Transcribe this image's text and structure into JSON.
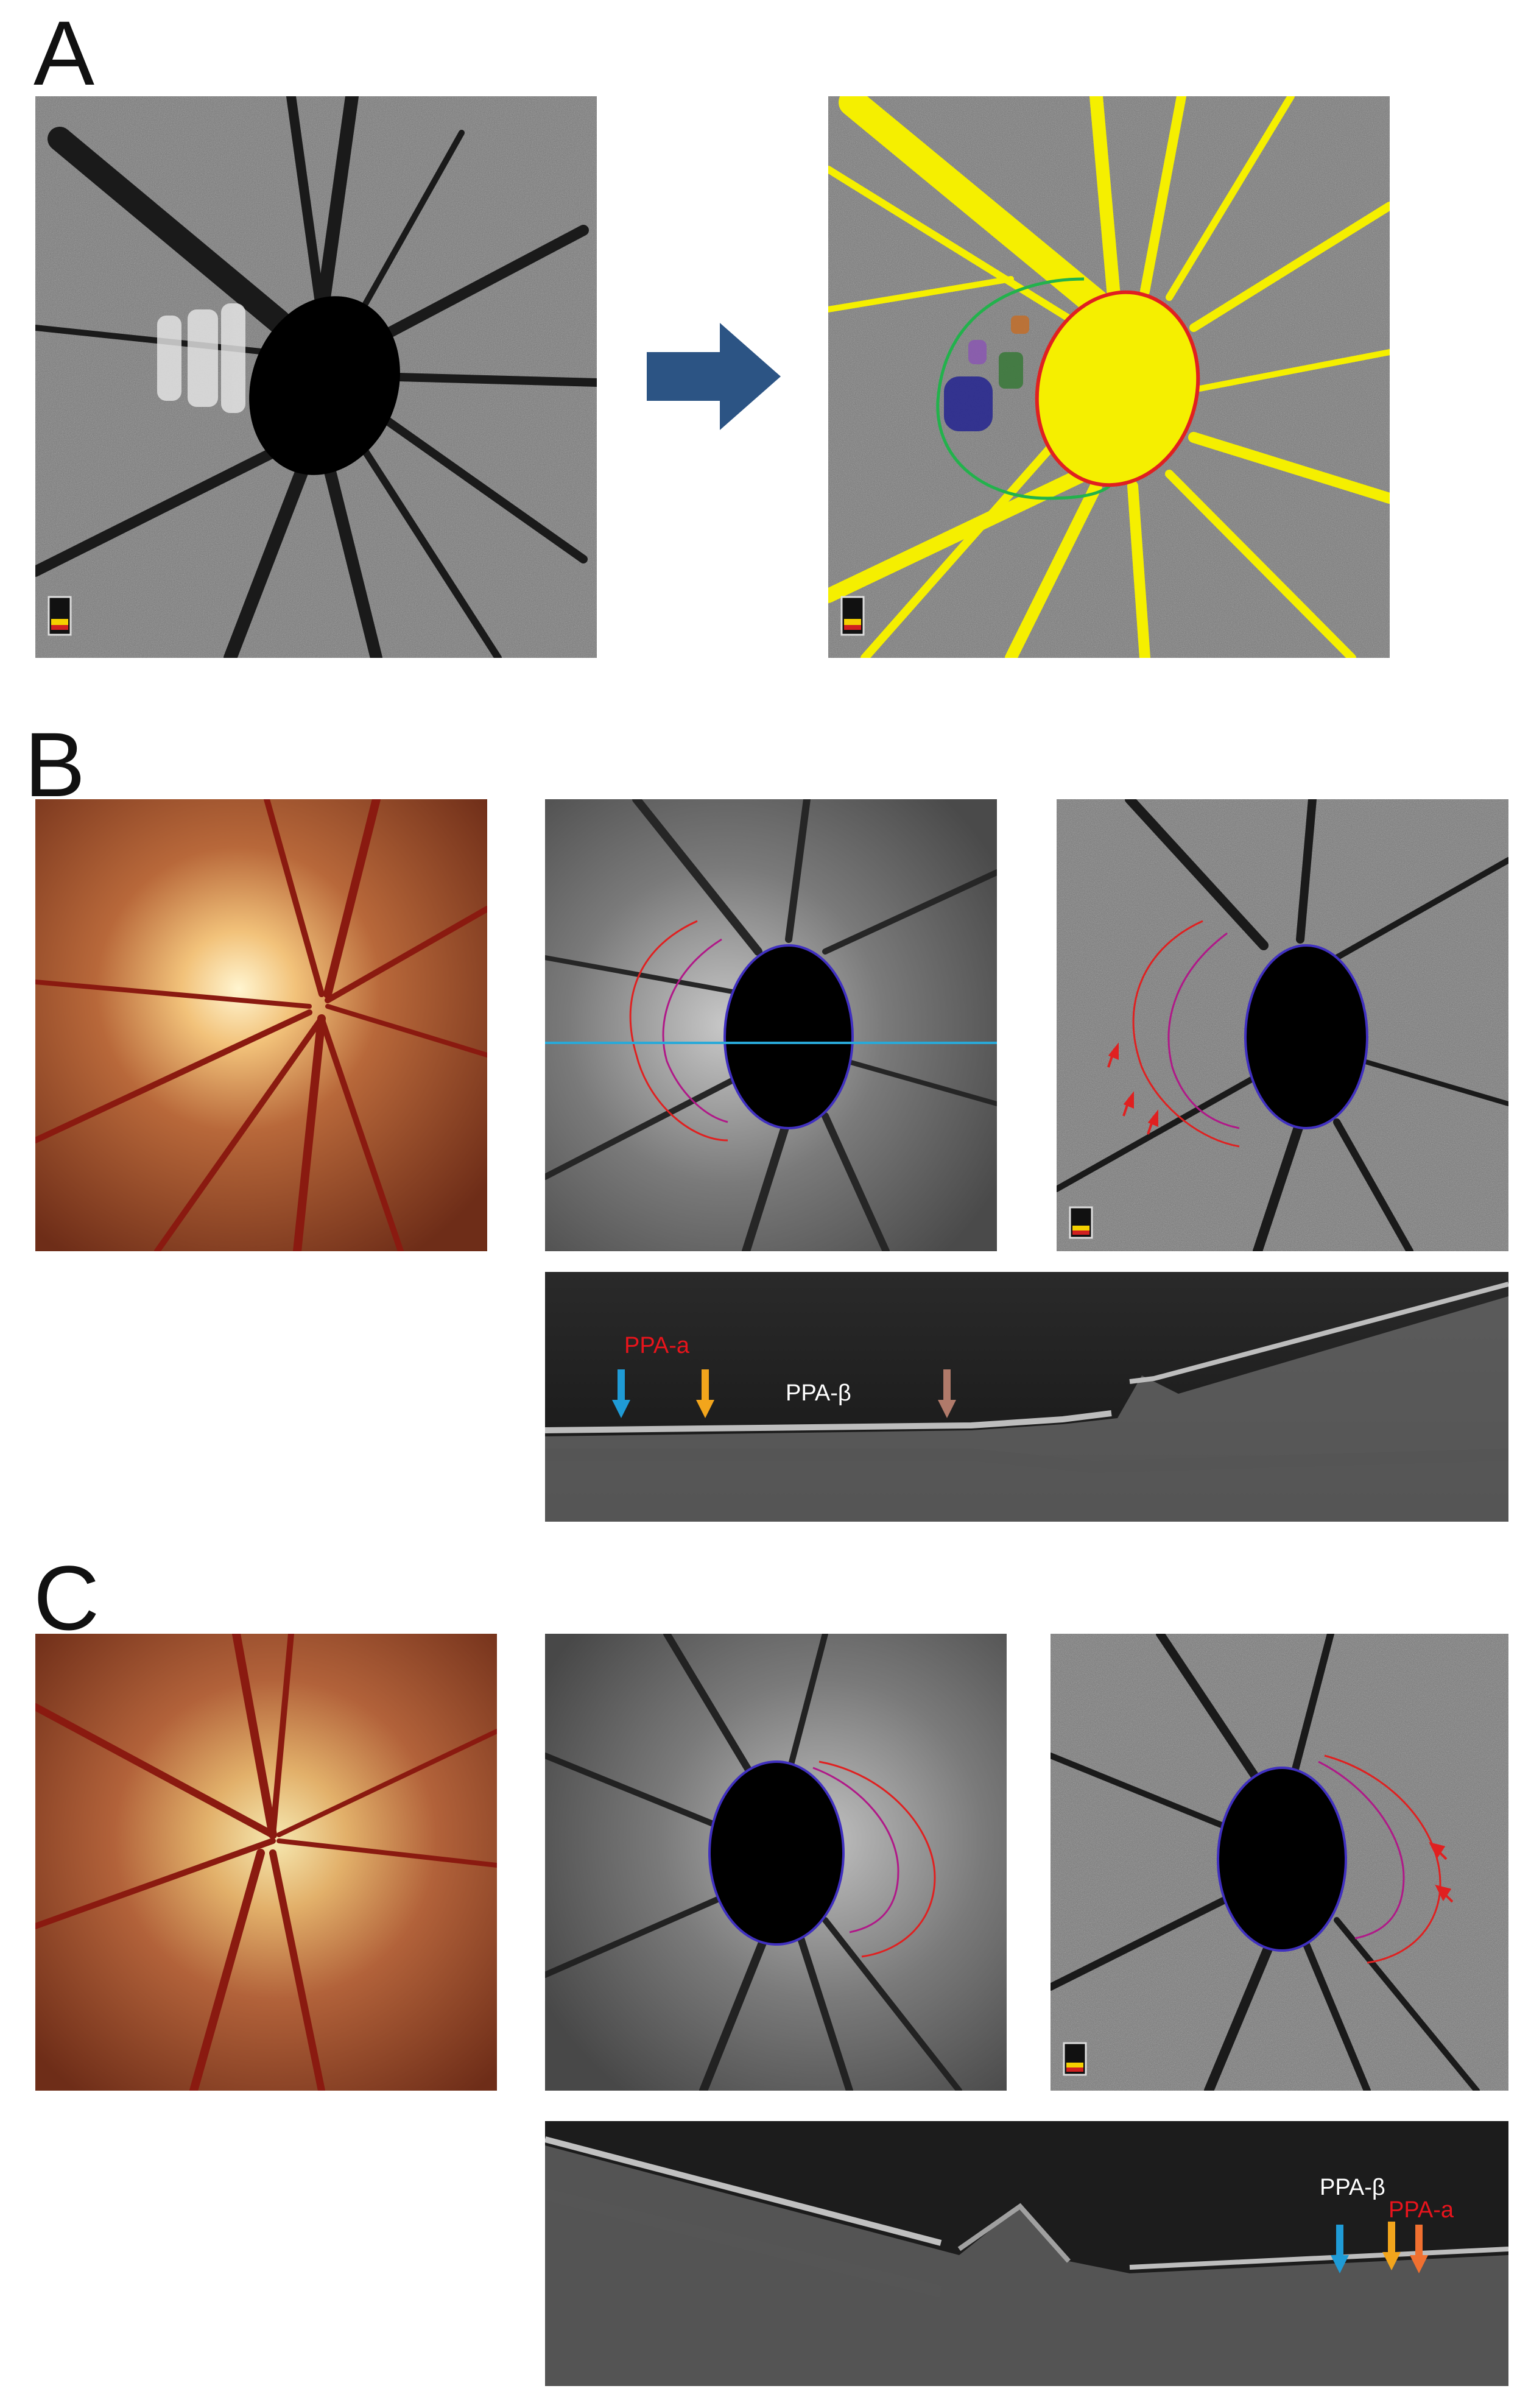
{
  "panels": {
    "a": "A",
    "b": "B",
    "c": "C"
  },
  "labels": {
    "b_ppa_alpha": "PPA-a",
    "b_ppa_beta": "PPA-β",
    "c_ppa_beta": "PPA-β",
    "c_ppa_alpha": "PPA-a"
  },
  "colors": {
    "ppa_alpha_text": "#e8141c",
    "ppa_beta_text": "#ffffff",
    "arrow_blue": "#1f9bd6",
    "arrow_orange": "#f2a51c",
    "arrow_brown": "#b07a6a",
    "arrow_orange_red": "#f07030",
    "big_arrow": "#2c5484",
    "vessel_yellow": "#f5ef00",
    "disc_outline": "#e02020",
    "ppa_outline_green": "#22b24c",
    "scan_line": "#29a9d8"
  }
}
